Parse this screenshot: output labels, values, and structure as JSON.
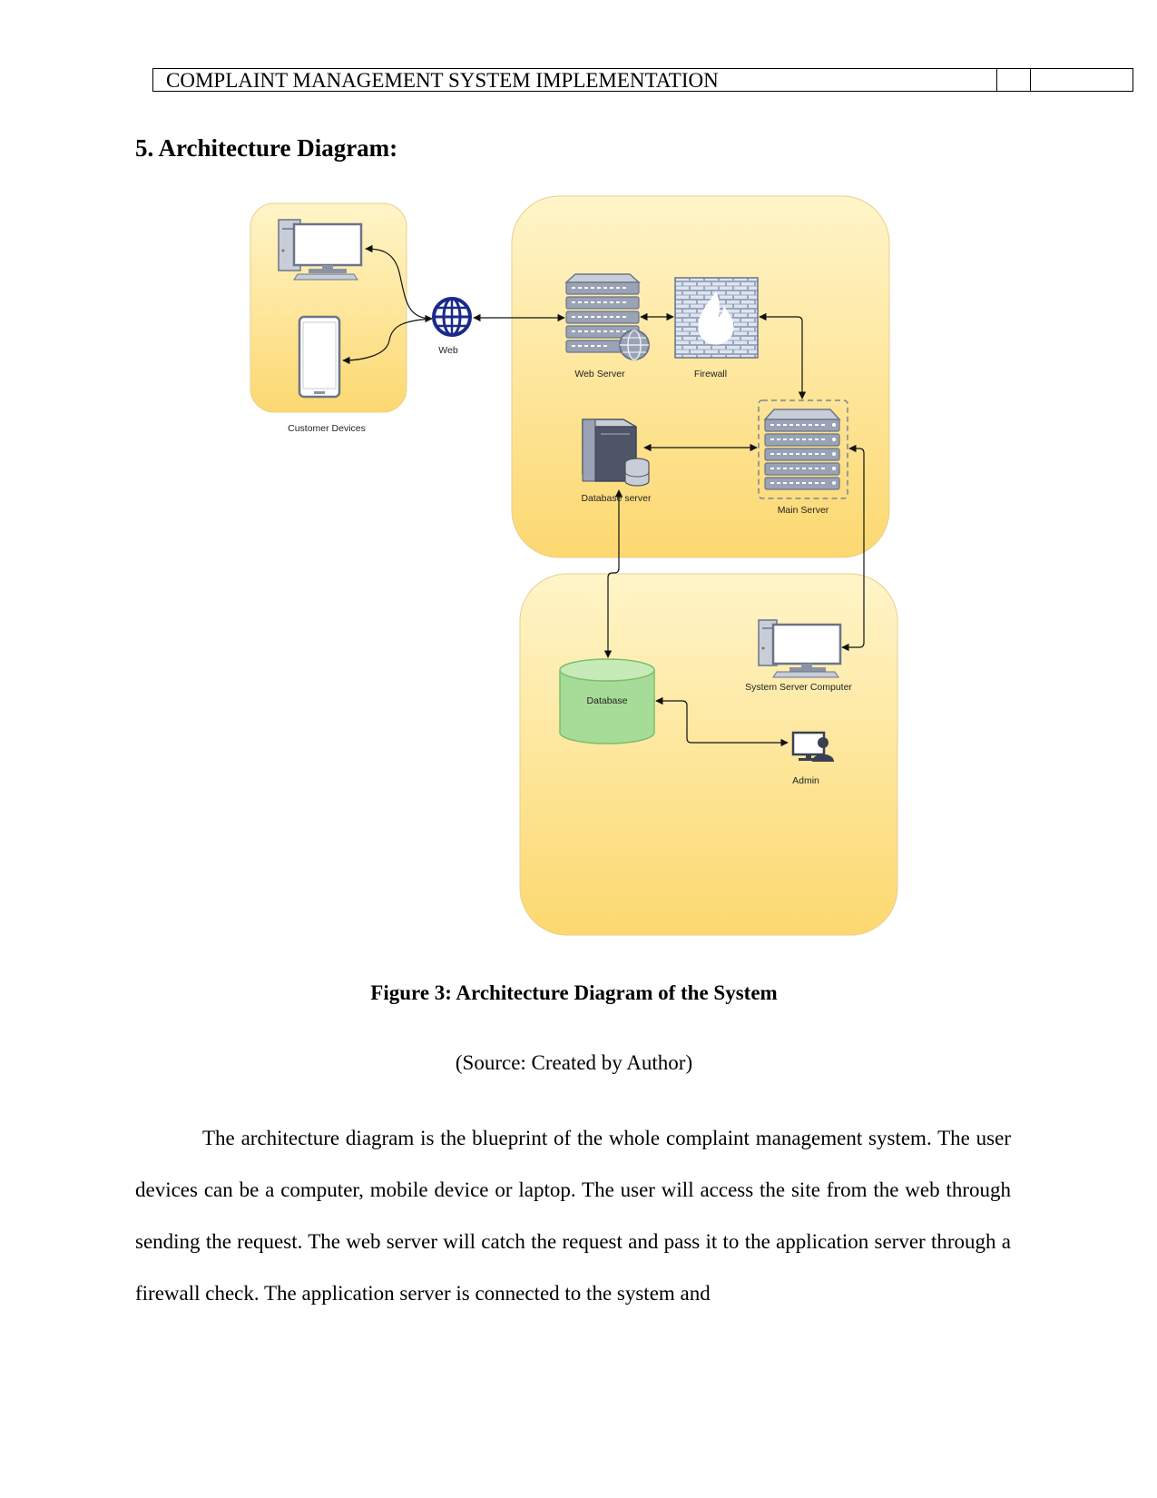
{
  "header": {
    "title": "COMPLAINT MANAGEMENT SYSTEM IMPLEMENTATION"
  },
  "section": {
    "heading": "5. Architecture Diagram:"
  },
  "diagram": {
    "labels": {
      "customer_devices": "Customer Devices",
      "web": "Web",
      "web_server": "Web Server",
      "firewall": "Firewall",
      "database_server": "Database server",
      "main_server": "Main Server",
      "system_server_computer": "System Server Computer",
      "database": "Database",
      "admin": "Admin"
    },
    "colors": {
      "zone_fill_top": "#fff5c9",
      "zone_fill_bottom": "#fcd870",
      "zone_border": "#e8cf8e",
      "server_gray": "#8a93a6",
      "globe_blue": "#1a2a8c",
      "database_green": "#a6dc98"
    }
  },
  "figure": {
    "caption": "Figure 3: Architecture Diagram of the System",
    "source": "(Source: Created by Author)"
  },
  "body": {
    "paragraph": "The architecture diagram is the blueprint of the whole complaint management system. The user devices can be a computer, mobile device or laptop. The user will access the site from the web through sending the request. The web server will catch the request and pass it to the application server through a firewall check. The application server is connected to the system and"
  }
}
